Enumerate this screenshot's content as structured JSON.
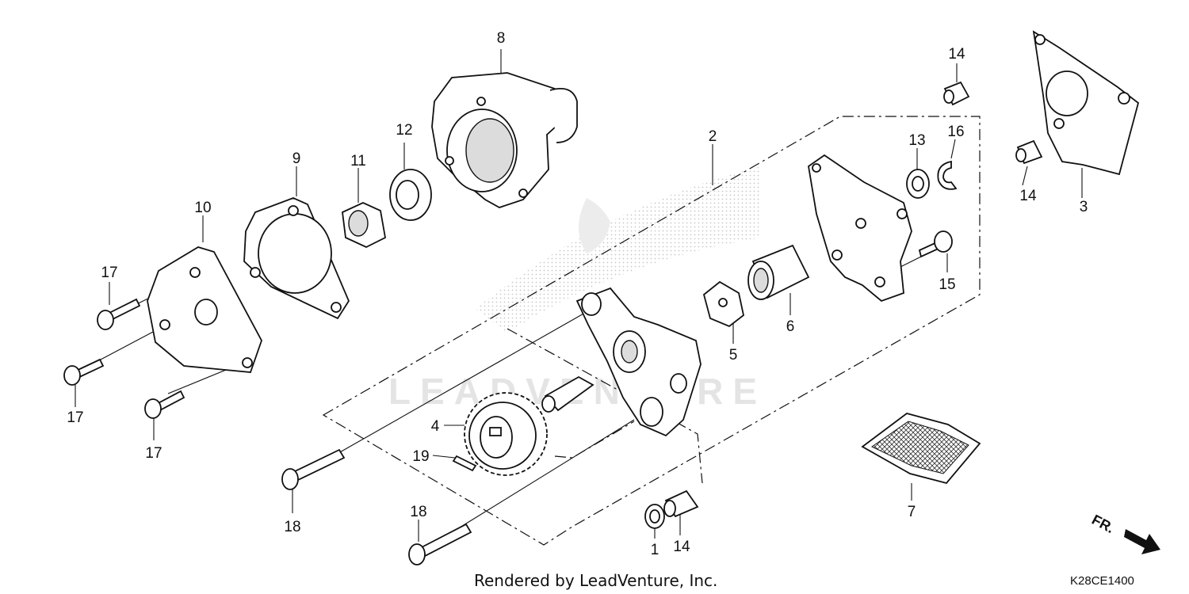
{
  "watermark": "LEADVENTURE",
  "footer": "Rendered by LeadVenture, Inc.",
  "diagram_code": "K28CE1400",
  "direction_label": "FR.",
  "callouts": {
    "c1": "1",
    "c2": "2",
    "c3": "3",
    "c4": "4",
    "c5": "5",
    "c6": "6",
    "c7": "7",
    "c8": "8",
    "c9": "9",
    "c10": "10",
    "c11": "11",
    "c12": "12",
    "c13": "13",
    "c14a": "14",
    "c14b": "14",
    "c14c": "14",
    "c15": "15",
    "c16": "16",
    "c17a": "17",
    "c17b": "17",
    "c17c": "17",
    "c18a": "18",
    "c18b": "18",
    "c19": "19"
  }
}
